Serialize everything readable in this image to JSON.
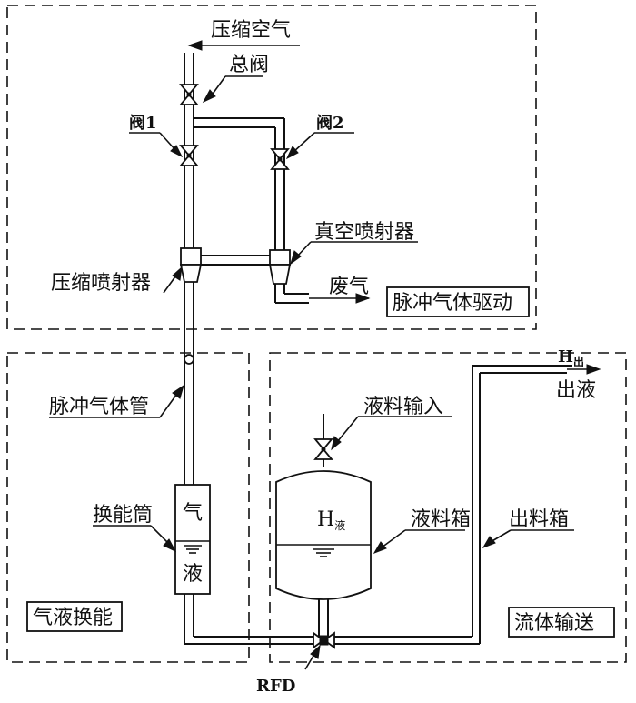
{
  "labels": {
    "compressed_air": "压缩空气",
    "main_valve": "总阀",
    "valve1": "阀1",
    "valve2": "阀2",
    "vacuum_ejector": "真空喷射器",
    "compression_ejector": "压缩喷射器",
    "exhaust": "废气",
    "pulse_gas_drive": "脉冲气体驱动",
    "pulse_gas_pipe": "脉冲气体管",
    "energy_converter": "换能筒",
    "gas": "气",
    "liquid": "液",
    "gas_liquid_conversion": "气液换能",
    "liquid_input": "液料输入",
    "h_main": "H",
    "h_liquid_sub": "液",
    "liquid_tank": "液料箱",
    "discharge_tank": "出料箱",
    "h_out_sub": "出",
    "outlet_liquid": "出液",
    "fluid_transport": "流体输送",
    "rfd": "RFD"
  }
}
